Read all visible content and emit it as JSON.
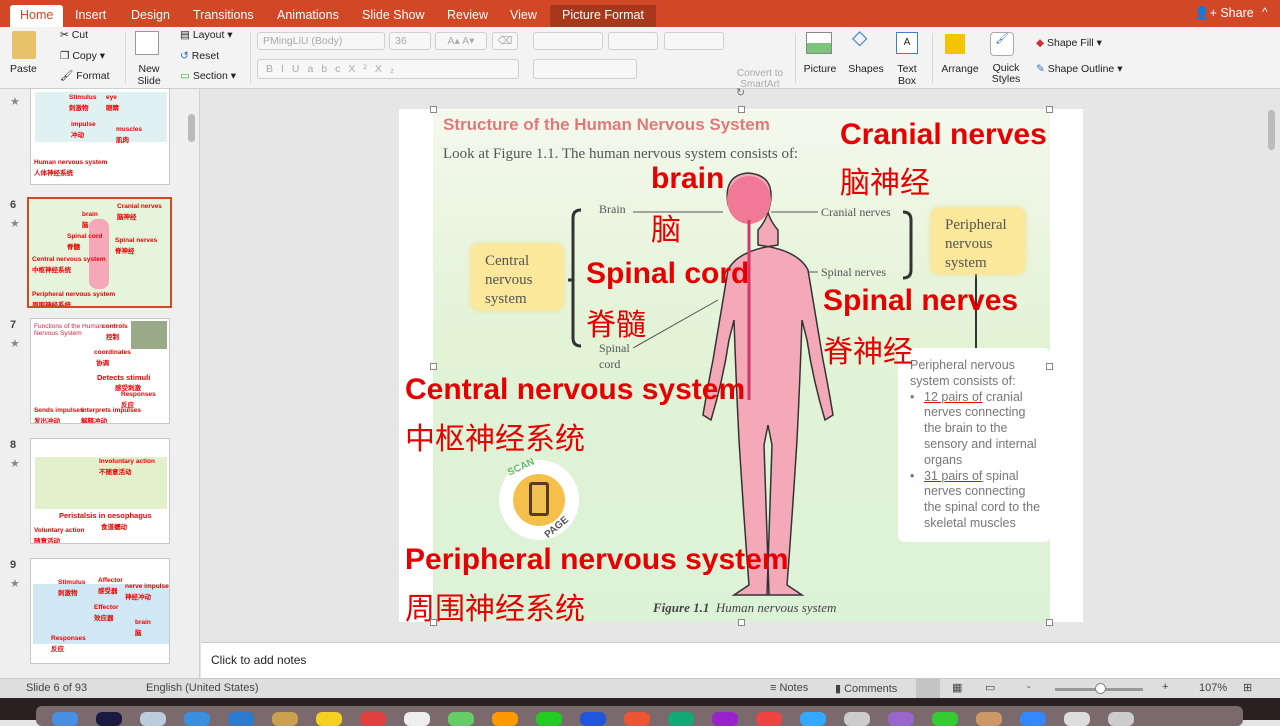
{
  "tabs": [
    "Home",
    "Insert",
    "Design",
    "Transitions",
    "Animations",
    "Slide Show",
    "Review",
    "View",
    "Picture Format"
  ],
  "share": "Share",
  "ribbon": {
    "paste": "Paste",
    "cut": "Cut",
    "copy": "Copy",
    "format": "Format",
    "new_slide": "New Slide",
    "layout": "Layout",
    "reset": "Reset",
    "section": "Section",
    "font": "PMingLiU (Body)",
    "font_size": "36",
    "convert": "Convert to SmartArt",
    "picture": "Picture",
    "shapes": "Shapes",
    "textbox": "Text Box",
    "arrange": "Arrange",
    "quick_styles": "Quick Styles",
    "shape_fill": "Shape Fill",
    "shape_outline": "Shape Outline"
  },
  "thumbnails": [
    {
      "num": "",
      "labels": [
        "Stimulus",
        "刺激物",
        "eye",
        "眼睛",
        "impulse",
        "冲动",
        "muscles",
        "肌肉",
        "Human nervous system",
        "人体神经系统"
      ]
    },
    {
      "num": "6",
      "labels": [
        "Cranial nerves",
        "脑神经",
        "brain",
        "脑",
        "Spinal cord",
        "脊髓",
        "Spinal nerves",
        "脊神经",
        "Central nervous system",
        "中枢神经系统",
        "Peripheral nervous system",
        "周围神经系统"
      ]
    },
    {
      "num": "7",
      "labels": [
        "Functions of the Human Nervous System",
        "controls",
        "控制",
        "coordinates",
        "协调",
        "Detects stimuli",
        "感受刺激",
        "Responses",
        "反应",
        "Sends impulses",
        "发出冲动",
        "Interprets impulses",
        "解释冲动"
      ]
    },
    {
      "num": "8",
      "labels": [
        "Involuntary action",
        "不随意活动",
        "Voluntary action",
        "随意活动",
        "Peristalsis in oesophagus",
        "食道蠕动"
      ]
    },
    {
      "num": "9",
      "labels": [
        "Stimulus",
        "刺激物",
        "Affector",
        "感受器",
        "nerve impulse",
        "神经冲动",
        "Effector",
        "效应器",
        "brain",
        "脑",
        "Responses",
        "反应"
      ]
    }
  ],
  "slide": {
    "heading": "Structure of the Human Nervous System",
    "intro": "Look at Figure 1.1. The human nervous system consists of:",
    "brain_label": "Brain",
    "cranial_label": "Cranial nerves",
    "spinal_nerves_label": "Spinal nerves",
    "spinal_cord_label": "Spinal cord",
    "cns_box": "Central nervous system",
    "pns_box": "Peripheral nervous system",
    "caption_num": "Figure 1.1",
    "caption": "Human nervous system",
    "scan": "SCAN",
    "page": "PAGE",
    "overlays": {
      "cranial_en": "Cranial nerves",
      "cranial_cn": "脑神经",
      "brain_en": "brain",
      "brain_cn": "脑",
      "cord_en": "Spinal cord",
      "cord_cn": "脊髓",
      "snerves_en": "Spinal nerves",
      "snerves_cn": "脊神经",
      "cns_en": "Central nervous system",
      "cns_cn": "中枢神经系统",
      "pns_en": "Peripheral nervous system",
      "pns_cn": "周围神经系统"
    },
    "pns_text": {
      "intro": "Peripheral nervous system consists of:",
      "b1_u": "12 pairs of",
      "b1": " cranial nerves connecting the brain to the sensory and internal organs",
      "b2_u": "31 pairs of",
      "b2": " spinal nerves connecting the spinal cord to the skeletal muscles"
    }
  },
  "notes_placeholder": "Click to add notes",
  "status": {
    "slide": "Slide 6 of 93",
    "language": "English (United States)",
    "notes": "Notes",
    "comments": "Comments",
    "zoom": "107%"
  },
  "zoom_level_percent": 107,
  "colors": {
    "accent": "#d24726",
    "overlay_red": "#e60000"
  }
}
